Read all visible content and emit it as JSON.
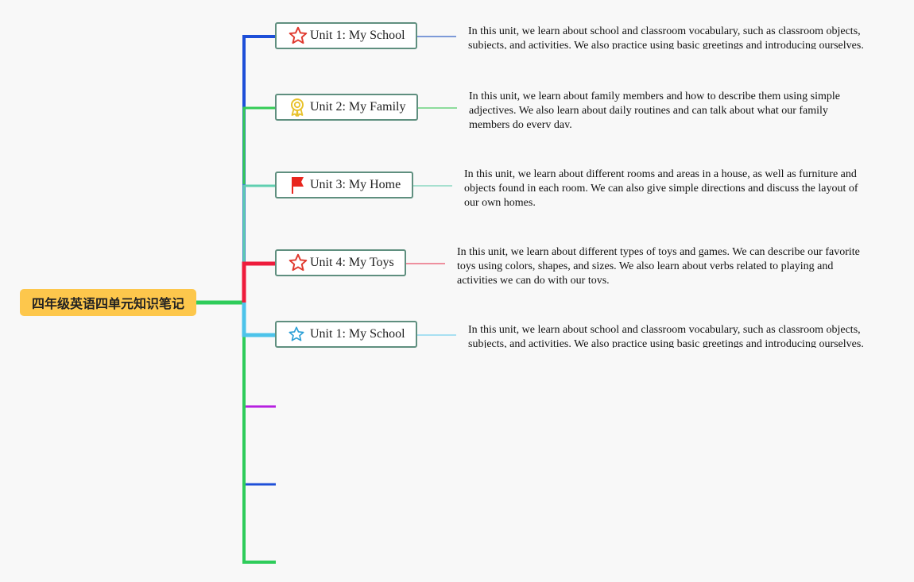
{
  "root": {
    "label": "四年级英语四单元知识笔记"
  },
  "topics": [
    {
      "label": "Unit 1: My School",
      "icon": "star-icon",
      "branch_color": "#1e4fd8",
      "note": "In this unit, we learn about school and classroom vocabulary, such as classroom objects, subjects, and activities. We also practice using basic greetings and introducing ourselves."
    },
    {
      "label": "Unit 2: My Family",
      "icon": "award-ribbon-icon",
      "branch_color": "#33cc55",
      "note": "In this unit, we learn about family members and how to describe them using simple adjectives. We also learn about daily routines and can talk about what our family members do every day."
    },
    {
      "label": "Unit 3: My Home",
      "icon": "flag-icon",
      "branch_color": "#5fcfb0",
      "note": "In this unit, we learn about different rooms and areas in a house, as well as furniture and objects found in each room. We can also give simple directions and discuss the layout of our own homes."
    },
    {
      "label": "Unit 4: My Toys",
      "icon": "star-icon",
      "branch_color": "#ee1c3c",
      "note": "In this unit, we learn about different types of toys and games. We can describe our favorite toys using colors, shapes, and sizes. We also learn about verbs related to playing and activities we can do with our toys."
    },
    {
      "label": "Unit 1: My School",
      "icon": "star-outline-icon",
      "branch_color": "#4cc3ea",
      "note": "In this unit, we learn about school and classroom vocabulary, such as classroom objects, subjects, and activities. We also practice using basic greetings and introducing ourselves."
    }
  ],
  "empty_branches": [
    {
      "color": "#b620e0"
    },
    {
      "color": "#1e4fd8"
    },
    {
      "color": "#33cc55"
    }
  ],
  "colors": {
    "root_fill": "#fdc74c",
    "node_border": "#5f8f7f",
    "trunk": "#2ecc5a"
  }
}
